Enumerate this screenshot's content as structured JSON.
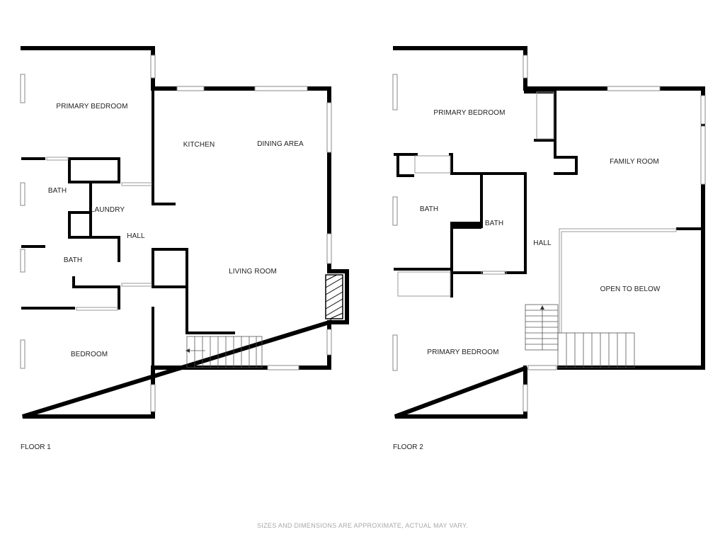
{
  "floors": [
    {
      "label": "FLOOR 1",
      "rooms": {
        "primary_bedroom": "PRIMARY BEDROOM",
        "kitchen": "KITCHEN",
        "dining_area": "DINING AREA",
        "bath_upper": "BATH",
        "laundry": "LAUNDRY",
        "hall": "HALL",
        "bath_lower": "BATH",
        "living_room": "LIVING ROOM",
        "bedroom": "BEDROOM"
      }
    },
    {
      "label": "FLOOR 2",
      "rooms": {
        "primary_bedroom_top": "PRIMARY BEDROOM",
        "family_room": "FAMILY ROOM",
        "bath_left": "BATH",
        "bath_right": "BATH",
        "hall": "HALL",
        "open_to_below": "OPEN TO BELOW",
        "primary_bedroom_bottom": "PRIMARY BEDROOM"
      }
    }
  ],
  "disclaimer": "SIZES AND DIMENSIONS ARE APPROXIMATE, ACTUAL MAY VARY."
}
